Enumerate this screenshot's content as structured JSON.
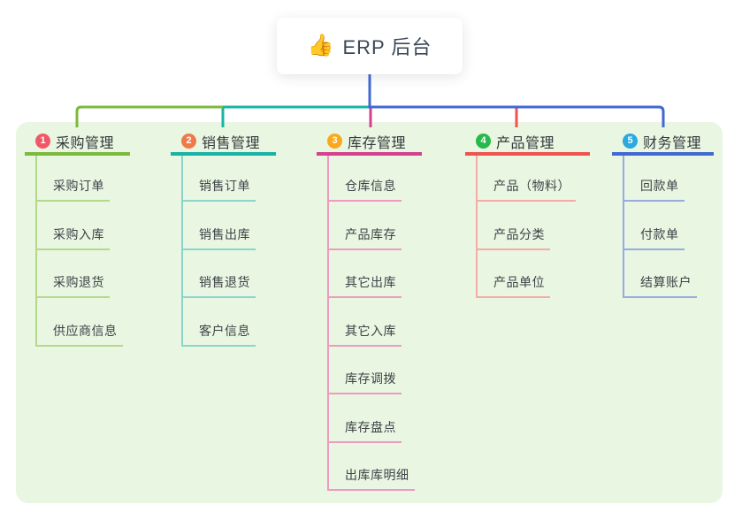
{
  "root": {
    "icon": "👍",
    "label": "ERP 后台"
  },
  "branches": [
    {
      "num": "1",
      "label": "采购管理",
      "badge_color": "#f25767",
      "line_color": "#7cb93e",
      "item_line_color": "#b4d98d",
      "items": [
        "采购订单",
        "采购入库",
        "采购退货",
        "供应商信息"
      ]
    },
    {
      "num": "2",
      "label": "销售管理",
      "badge_color": "#f0794a",
      "line_color": "#18b3a4",
      "item_line_color": "#8bd5ca",
      "items": [
        "销售订单",
        "销售出库",
        "销售退货",
        "客户信息"
      ]
    },
    {
      "num": "3",
      "label": "库存管理",
      "badge_color": "#faa91c",
      "line_color": "#d4418e",
      "item_line_color": "#ef9ac1",
      "items": [
        "仓库信息",
        "产品库存",
        "其它出库",
        "其它入库",
        "库存调拨",
        "库存盘点",
        "出库库明细"
      ]
    },
    {
      "num": "4",
      "label": "产品管理",
      "badge_color": "#27b94a",
      "line_color": "#ef5350",
      "item_line_color": "#f6aba5",
      "items": [
        "产品（物料）",
        "产品分类",
        "产品单位"
      ]
    },
    {
      "num": "5",
      "label": "财务管理",
      "badge_color": "#2ba9e0",
      "line_color": "#4169d1",
      "item_line_color": "#97abdf",
      "items": [
        "回款单",
        "付款单",
        "结算账户"
      ]
    }
  ],
  "colors": {
    "canvas_bg": "#ffffff",
    "panel_bg": "#e8f6e2",
    "root_line": "#4169d1",
    "root_text": "#3c4858",
    "branch_text": "#36393d",
    "item_text": "#3f4347"
  }
}
